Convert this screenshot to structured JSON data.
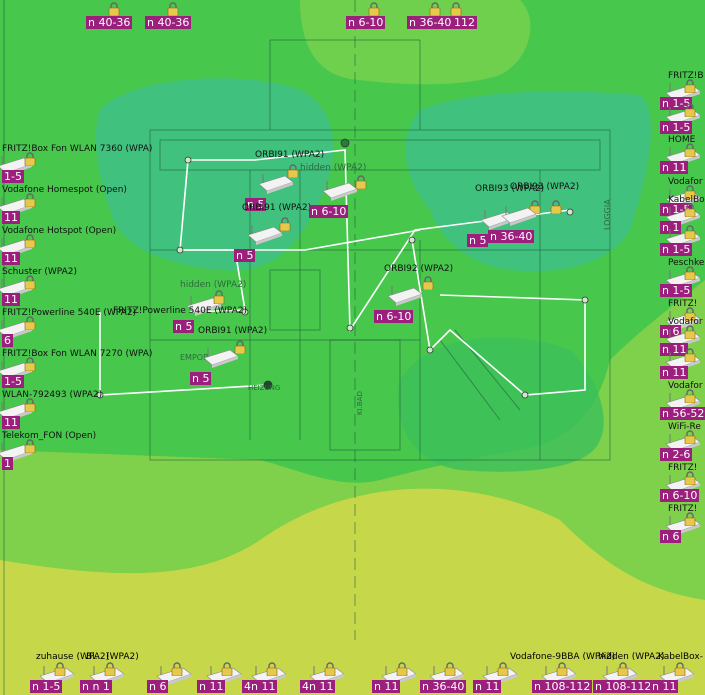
{
  "colors": {
    "base_yellow": "#c6d84a",
    "green_mid": "#7fd04a",
    "green_strong": "#47c74c",
    "green_deep": "#2fb45f",
    "teal": "#3fbf86",
    "tag_bg": "#9c1f7d"
  },
  "labels": {
    "hidden_1": "hidden (WPA2)",
    "hidden_2": "hidden (WPA2)",
    "hidden_3": "hidden (WPA2)",
    "loggia": "LOGGIA",
    "empore": "EMPOR",
    "heizung": "HEIZUNG",
    "kibad": "KI.BAD"
  },
  "left_networks": [
    {
      "name": "FRITZ!Box Fon WLAN 7360 (WPA)",
      "tag": "1-5"
    },
    {
      "name": "Vodafone Homespot (Open)",
      "tag": "11"
    },
    {
      "name": "Vodafone Hotspot (Open)",
      "tag": "11"
    },
    {
      "name": "Schuster (WPA2)",
      "tag": "11"
    },
    {
      "name": "FRITZ!Powerline 540E (WPA2)",
      "tag": "6"
    },
    {
      "name": "FRITZ!Box Fon WLAN 7270 (WPA)",
      "tag": "1-5"
    },
    {
      "name": "WLAN-792493 (WPA2)",
      "tag": "11"
    },
    {
      "name": "Telekom_FON (Open)",
      "tag": "1"
    }
  ],
  "right_networks": [
    {
      "name": "FRITZ!B",
      "tag": "n 1-5"
    },
    {
      "name": "",
      "tag": "n 1-5"
    },
    {
      "name": "HOME",
      "tag": "n 11"
    },
    {
      "name": "Vodafor",
      "tag": "n 1-5"
    },
    {
      "name": "KabelBo",
      "tag": "n 1"
    },
    {
      "name": "",
      "tag": "n 1-5"
    },
    {
      "name": "Peschke",
      "tag": "n 1-5"
    },
    {
      "name": "FRITZ!",
      "tag": "n 6"
    },
    {
      "name": "Vodafor",
      "tag": "n 11"
    },
    {
      "name": "",
      "tag": "n 11"
    },
    {
      "name": "Vodafor",
      "tag": "n 56-52"
    },
    {
      "name": "WiFi-Re",
      "tag": "n 2-6"
    },
    {
      "name": "FRITZ!",
      "tag": "n 6-10"
    },
    {
      "name": "FRITZ!",
      "tag": "n 6"
    }
  ],
  "top_tags": [
    "n 40-36",
    "n 40-36",
    "n 6-10",
    "n 36-40",
    "112"
  ],
  "bottom_tags": [
    "n 1-5",
    "n n 1",
    "n 6",
    "n 11",
    "4n 11",
    "4n 11",
    "n 11",
    "n 36-40",
    "n 11",
    "n 108-112",
    "n 108-112",
    "n 11"
  ],
  "bottom_labels": [
    "zuhause (WPA2)",
    "Bi... (WPA2)",
    "Vodafone-9BBA (WPA2)",
    "hidden (WPA2)",
    "KabelBox-"
  ],
  "aps": [
    {
      "name": "ORBI91 (WPA2)",
      "tag": "n 5"
    },
    {
      "name": "ORBI91 (WPA2)",
      "tag": "n 5"
    },
    {
      "name": "",
      "tag": "n 6-10"
    },
    {
      "name": "ORBI93 (WPA2)",
      "tag": "n 5"
    },
    {
      "name": "ORBI93 (WPA2)",
      "tag": "n 36-40"
    },
    {
      "name": "ORBI92 (WPA2)",
      "tag": "n 6-10"
    },
    {
      "name": "FRITZ!Powerline 540E (WPA2)",
      "tag": "n 5"
    },
    {
      "name": "ORBI91 (WPA2)",
      "tag": "n 5"
    }
  ]
}
